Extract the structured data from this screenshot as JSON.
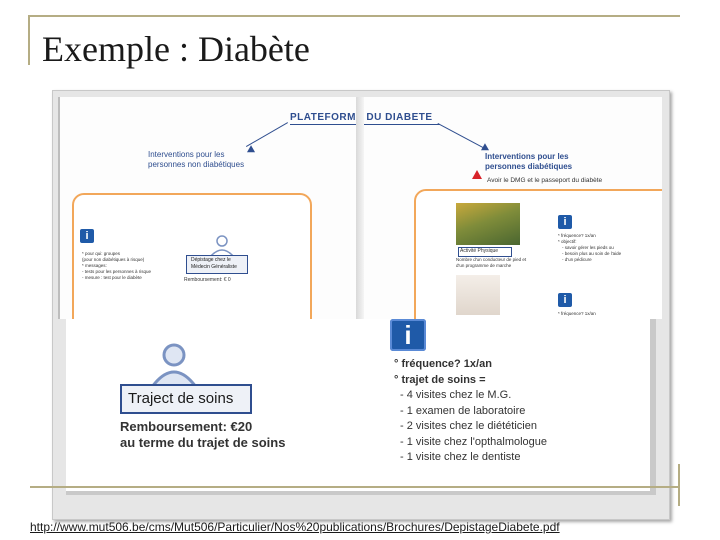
{
  "slide": {
    "title": "Exemple : Diabète",
    "link": "http://www.mut506.be/cms/Mut506/Particulier/Nos%20publications/Brochures/DepistageDiabete.pdf"
  },
  "document": {
    "header": "PLATEFORME DU DIABETE",
    "left_heading_1": "Interventions pour les",
    "left_heading_2": "personnes non diabétiques",
    "right_heading_1": "Interventions pour les",
    "right_heading_2": "personnes diabétiques",
    "right_warning": "Avoir le DMG et le passeport du diabète",
    "left_box_label_1": "Dépistage chez le",
    "left_box_label_2": "Médecin Généraliste",
    "left_reimb": "Remboursement: € 0",
    "left_small_1": "* pour qui: groupes",
    "left_small_2": "(pour non diabétiques à risque)",
    "left_small_3": "* messages:",
    "left_small_4": "- tests pour les personnes à risque",
    "left_small_5": "- mesure : test pour le diabète",
    "photo_caption": "Activité Physique",
    "photo_sub_1": "Nombre d'un conducteur de pied et",
    "photo_sub_2": "d'un programme de marche",
    "right_small_1": "* fréquence? 1x/an",
    "right_small_2": "* objectif:",
    "right_small_3": "- savoir gérer les pieds ou",
    "right_small_4": "- besoin plus au soin de l'aide",
    "right_small_5": "- d'un pédicure",
    "right_small_6": "* fréquence? 1x/an"
  },
  "zoom": {
    "trajet_label": "Traject de soins",
    "reimb_1": "Remboursement: €20",
    "reimb_2": "au terme du trajet de soins",
    "list": [
      "° fréquence? 1x/an",
      "° trajet de soins =",
      "- 4 visites chez le M.G.",
      "- 1 examen de laboratoire",
      "- 2 visites chez le diététicien",
      "- 1 visite chez l'opthalmologue",
      "- 1 visite chez le dentiste"
    ]
  },
  "colors": {
    "accent_line": "#b5ad84",
    "doc_blue": "#2f4e8f",
    "panel_orange": "#f2a75a",
    "info_blue": "#1f5aa8",
    "warning_red": "#d8232a"
  },
  "icons": [
    "info-icon",
    "person-icon",
    "warning-icon"
  ]
}
